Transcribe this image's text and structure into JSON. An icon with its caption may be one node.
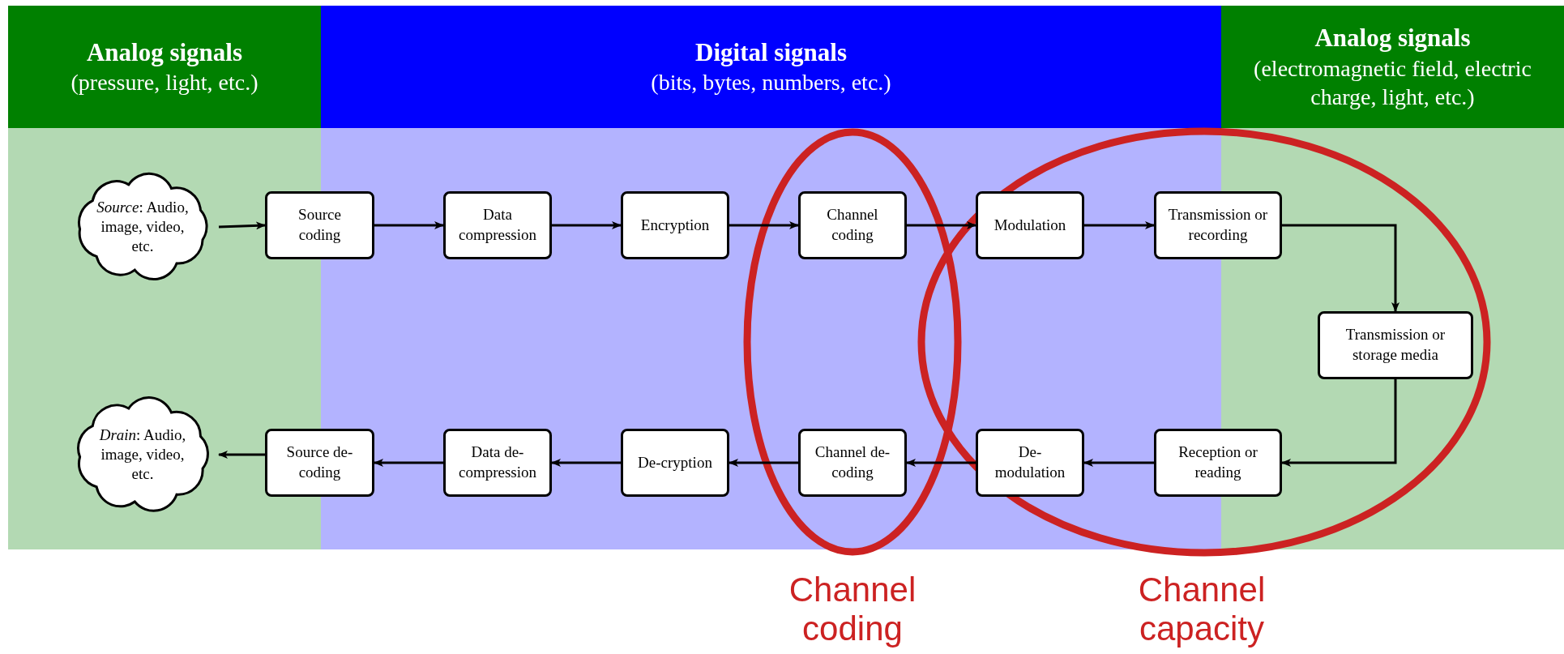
{
  "diagram": {
    "nodes": [
      {
        "text": [
          "Analog signals",
          "(pressure, light, etc.)"
        ]
      },
      {
        "text": [
          "Digital signals",
          "(bits, bytes, numbers, etc.)"
        ]
      },
      {
        "text": [
          "Analog signals",
          "(electromagnetic field, electric charge, light, etc.)"
        ]
      },
      {
        "text": [
          "*Source*: Audio, image, video, etc."
        ],
        "in": 0
      },
      {
        "text": [
          "Source coding"
        ]
      },
      {
        "text": [
          "Data compression"
        ],
        "in": 1
      },
      {
        "text": [
          "Encryption"
        ],
        "in": 1
      },
      {
        "text": [
          "Channel coding"
        ],
        "in": 1
      },
      {
        "text": [
          "Modulation"
        ],
        "in": 1
      },
      {
        "text": [
          "Transmission or recording"
        ]
      },
      {
        "text": [
          "Transmission or storage media"
        ],
        "in": 2
      },
      {
        "text": [
          "Reception or reading"
        ]
      },
      {
        "text": [
          "De-modulation"
        ],
        "in": 1
      },
      {
        "text": [
          "Channel de-coding"
        ],
        "in": 1
      },
      {
        "text": [
          "De-cryption"
        ],
        "in": 1
      },
      {
        "text": [
          "Data de-compression"
        ],
        "in": 1
      },
      {
        "text": [
          "Source de-coding"
        ]
      },
      {
        "text": [
          "*Drain*: Audio, image, video, etc."
        ],
        "in": 0
      }
    ],
    "edges": [
      {
        "from": 3,
        "to": 4,
        "arrow": "to"
      },
      {
        "from": 4,
        "to": 5,
        "arrow": "to"
      },
      {
        "from": 5,
        "to": 6,
        "arrow": "to"
      },
      {
        "from": 6,
        "to": 7,
        "arrow": "to"
      },
      {
        "from": 7,
        "to": 8,
        "arrow": "to"
      },
      {
        "from": 8,
        "to": 9,
        "arrow": "to"
      },
      {
        "from": 9,
        "to": 10,
        "arrow": "to"
      },
      {
        "from": 10,
        "to": 11,
        "arrow": "to"
      },
      {
        "from": 11,
        "to": 12,
        "arrow": "to"
      },
      {
        "from": 12,
        "to": 13,
        "arrow": "to"
      },
      {
        "from": 13,
        "to": 14,
        "arrow": "to"
      },
      {
        "from": 14,
        "to": 15,
        "arrow": "to"
      },
      {
        "from": 15,
        "to": 16,
        "arrow": "to"
      },
      {
        "from": 16,
        "to": 17,
        "arrow": "to"
      }
    ],
    "labels": [
      "Channel coding",
      "Channel capacity"
    ]
  }
}
